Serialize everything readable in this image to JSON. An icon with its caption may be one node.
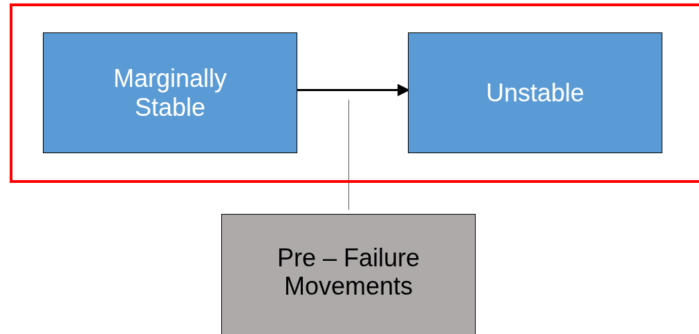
{
  "diagram": {
    "nodes": [
      {
        "text": [],
        "shape": "box"
      },
      {
        "text": [
          "Marginally Stable"
        ],
        "in": 0
      },
      {
        "text": [
          "Unstable"
        ],
        "in": 0
      },
      {
        "text": [
          "Pre – Failure Movements"
        ]
      }
    ],
    "edges": [
      {
        "from": 1,
        "to": 2,
        "arrow": "to",
        "style": "thick"
      },
      {
        "from": 3,
        "to": null,
        "arrow": "none"
      }
    ]
  }
}
